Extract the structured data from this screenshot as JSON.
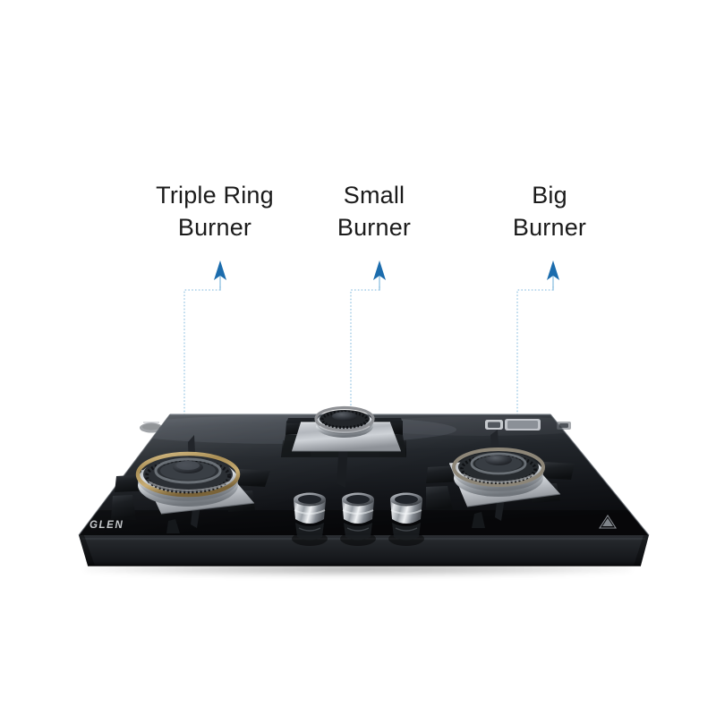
{
  "image": {
    "kind": "product-photo-with-callouts",
    "subject": "glass-top-gas-hob",
    "brand": "GLEN",
    "background_color": "#ffffff"
  },
  "callouts": [
    {
      "id": "triple-ring",
      "line1": "Triple Ring",
      "line2": "Burner",
      "arrow_color": "#1b6cad",
      "line_color": "#a9cfe8",
      "arrow_direction": "up",
      "points_to": "left-burner"
    },
    {
      "id": "small",
      "line1": "Small",
      "line2": "Burner",
      "arrow_color": "#1b6cad",
      "line_color": "#a9cfe8",
      "arrow_direction": "up",
      "points_to": "center-burner"
    },
    {
      "id": "big",
      "line1": "Big",
      "line2": "Burner",
      "arrow_color": "#1b6cad",
      "line_color": "#a9cfe8",
      "arrow_direction": "up",
      "points_to": "right-burner"
    }
  ],
  "cooktop": {
    "brand_mark": "GLEN",
    "glass_color": "#14161a",
    "glass_highlight": "#4c5158",
    "bezel_color": "#1d1f23",
    "burners": [
      {
        "id": "left-burner",
        "name": "triple-ring-burner",
        "ring_accent": "#b79a63",
        "body_color": "#c9ccd1"
      },
      {
        "id": "center-burner",
        "name": "small-burner",
        "ring_accent": "#8e8e92",
        "body_color": "#c9ccd1"
      },
      {
        "id": "right-burner",
        "name": "big-burner",
        "ring_accent": "#a89a7e",
        "body_color": "#c9ccd1"
      }
    ],
    "knobs": [
      {
        "id": "knob-1",
        "name": "knob-left"
      },
      {
        "id": "knob-2",
        "name": "knob-center"
      },
      {
        "id": "knob-3",
        "name": "knob-right"
      }
    ],
    "control_panel": {
      "badge_label": "",
      "display_label": "",
      "right_mark_label": ""
    },
    "corner_mark": "triangle",
    "top_left_emblem": "oval-emblem"
  }
}
